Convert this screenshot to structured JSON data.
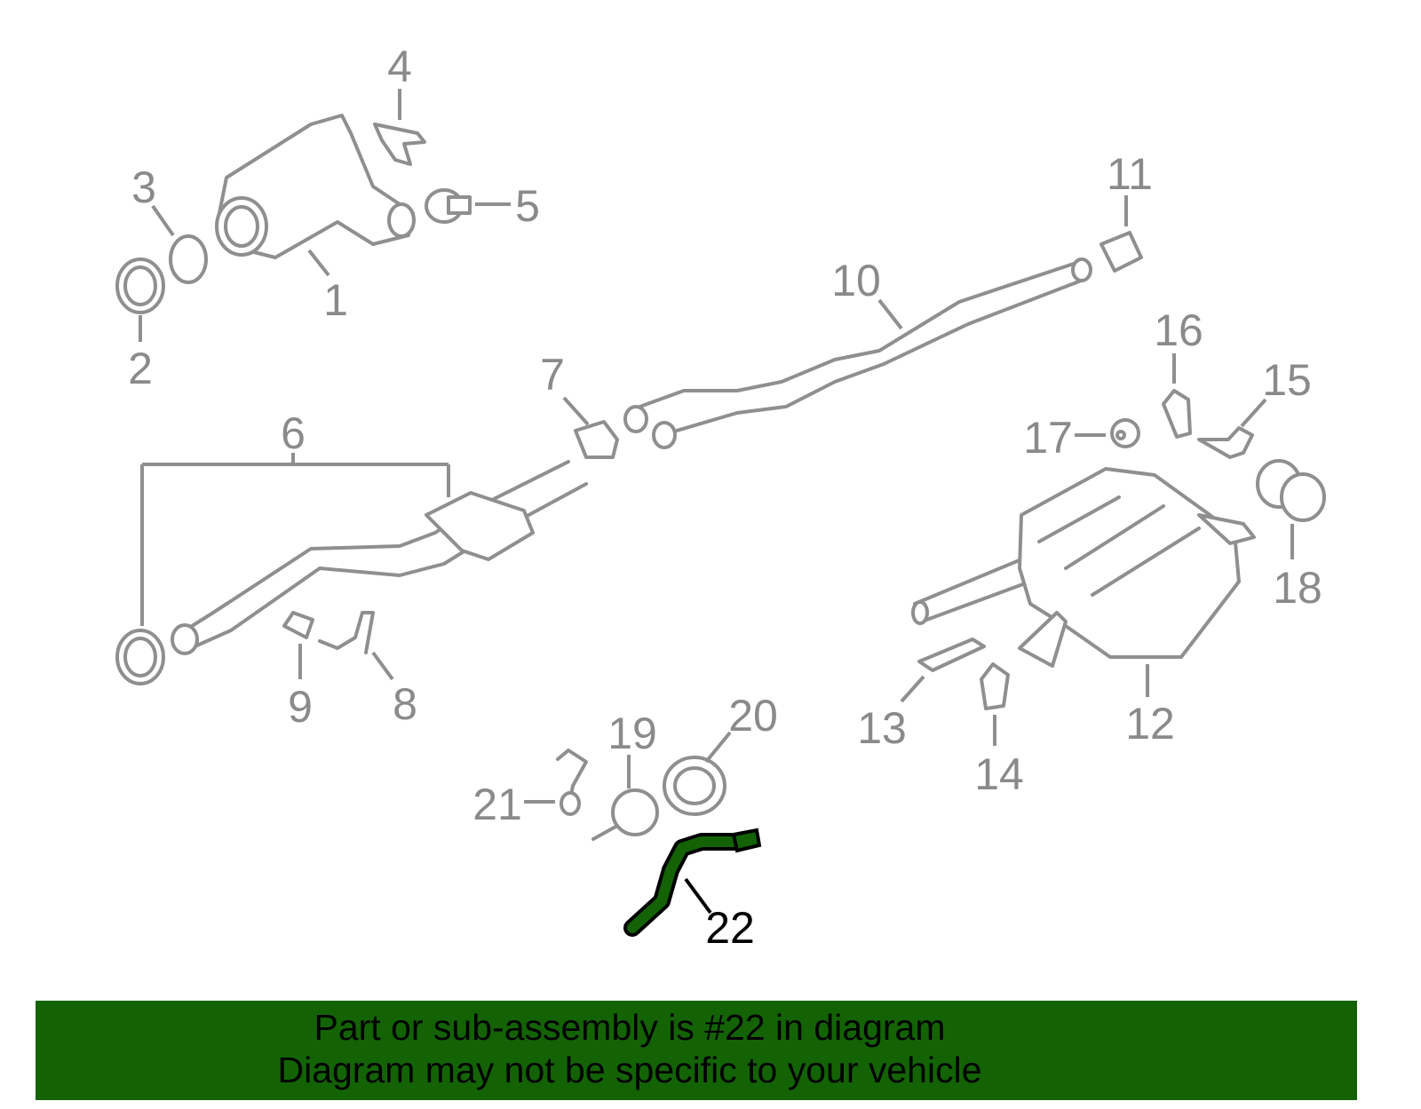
{
  "diagram": {
    "highlighted_part": "22",
    "highlight_color": "#136305",
    "labels": {
      "p1": "1",
      "p2": "2",
      "p3": "3",
      "p4": "4",
      "p5": "5",
      "p6": "6",
      "p7": "7",
      "p8": "8",
      "p9": "9",
      "p10": "10",
      "p11": "11",
      "p12": "12",
      "p13": "13",
      "p14": "14",
      "p15": "15",
      "p16": "16",
      "p17": "17",
      "p18": "18",
      "p19": "19",
      "p20": "20",
      "p21": "21",
      "p22": "22"
    }
  },
  "banner": {
    "line1": "Part or sub-assembly is #22 in diagram",
    "line2": "Diagram may not be specific to your vehicle",
    "color": "#136305"
  }
}
